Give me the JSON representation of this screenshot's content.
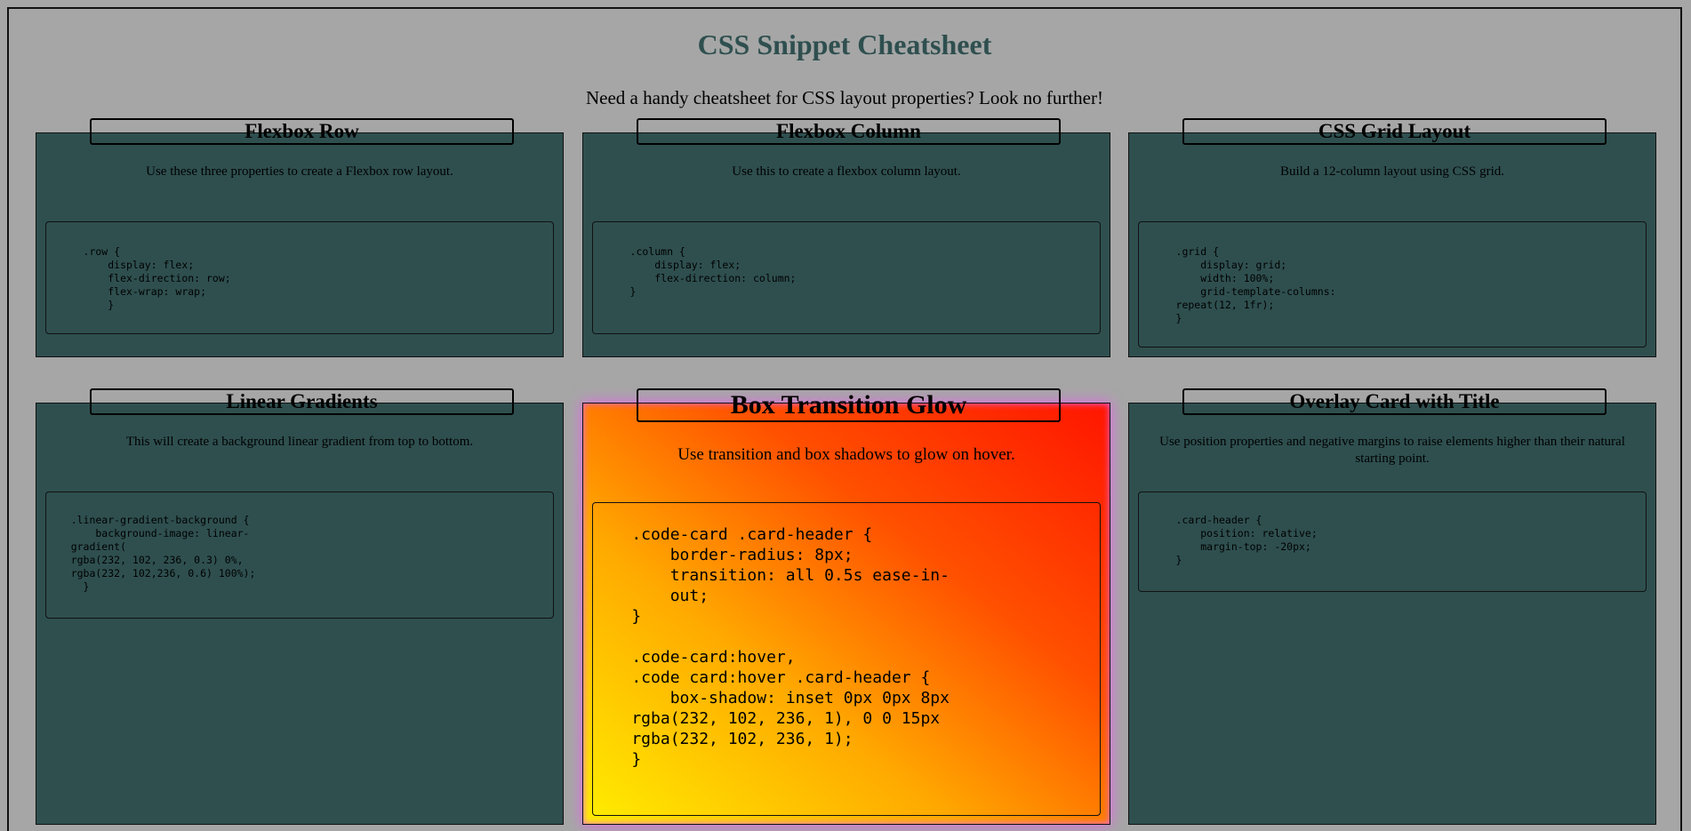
{
  "page": {
    "title": "CSS Snippet Cheatsheet",
    "subtitle": "Need a handy cheatsheet for CSS layout properties? Look no further!"
  },
  "cards": [
    {
      "title": "Flexbox Row",
      "description": "Use these three properties to create a Flexbox row layout.",
      "code": "      .row {\n          display: flex;\n          flex-direction: row;\n          flex-wrap: wrap;\n          }"
    },
    {
      "title": "Flexbox Column",
      "description": "Use this to create a flexbox column layout.",
      "code": "      .column {\n          display: flex;\n          flex-direction: column;\n      }"
    },
    {
      "title": "CSS Grid Layout",
      "description": "Build a 12-column layout using CSS grid.",
      "code": "      .grid {\n          display: grid;\n          width: 100%;\n          grid-template-columns:\n      repeat(12, 1fr);\n      }"
    },
    {
      "title": "Linear Gradients",
      "description": "This will create a background linear gradient from top to bottom.",
      "code": "    .linear-gradient-background {\n        background-image: linear-\n    gradient(\n    rgba(232, 102, 236, 0.3) 0%,\n    rgba(232, 102,236, 0.6) 100%);\n      }"
    },
    {
      "title": "Box Transition Glow",
      "description": "Use transition and box shadows to glow on hover.",
      "code": "    .code-card .card-header {\n        border-radius: 8px;\n        transition: all 0.5s ease-in-\n        out;\n    }\n\n    .code-card:hover,\n    .code card:hover .card-header {\n        box-shadow: inset 0px 0px 8px\n    rgba(232, 102, 236, 1), 0 0 15px\n    rgba(232, 102, 236, 1);\n    }"
    },
    {
      "title": "Overlay Card with Title",
      "description": "Use position properties and negative margins to raise elements higher than their natural starting point.",
      "code": "      .card-header {\n          position: relative;\n          margin-top: -20px;\n      }"
    }
  ]
}
